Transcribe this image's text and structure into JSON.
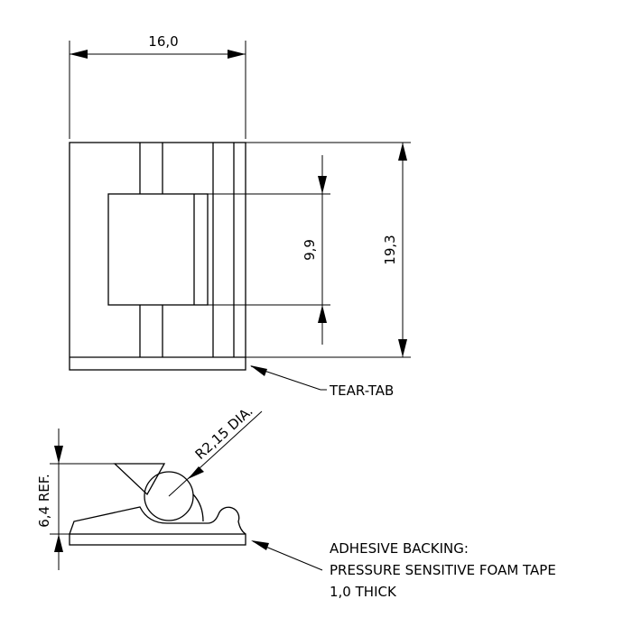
{
  "dimensions": {
    "width": "16,0",
    "height_total": "19,3",
    "height_window": "9,9",
    "height_side": "6,4 REF.",
    "radius": "R2,15 DIA."
  },
  "callouts": {
    "tear_tab": "TEAR-TAB",
    "adhesive_line1": "ADHESIVE BACKING:",
    "adhesive_line2": "PRESSURE SENSITIVE FOAM TAPE",
    "adhesive_line3": "1,0 THICK"
  }
}
